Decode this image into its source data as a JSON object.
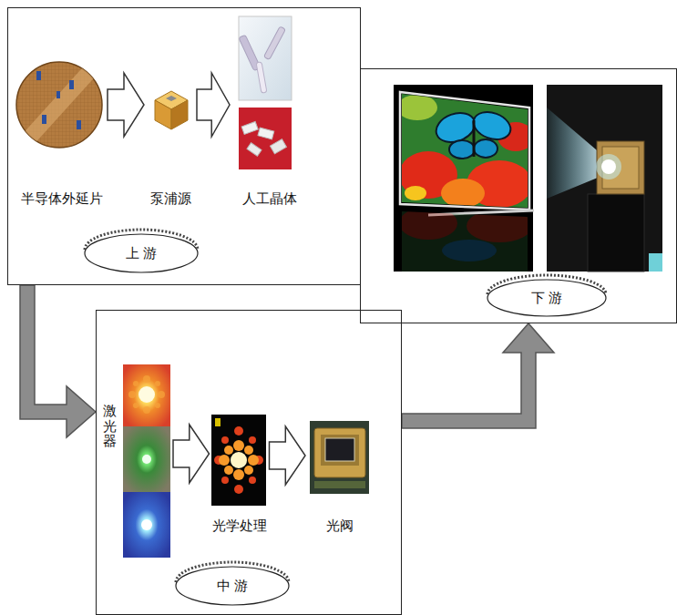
{
  "diagram": {
    "nodes": [
      {
        "text": [
          "上 游"
        ]
      },
      {
        "text": [
          "半导体外延片"
        ],
        "in": 0
      },
      {
        "text": [
          "泵浦源"
        ],
        "in": 0
      },
      {
        "text": [
          "人工晶体"
        ],
        "in": 0
      },
      {
        "text": [
          "中 游"
        ]
      },
      {
        "text": [
          "激光器"
        ],
        "in": 4
      },
      {
        "text": [
          "光学处理"
        ],
        "in": 4
      },
      {
        "text": [
          "光阀"
        ],
        "in": 4
      },
      {
        "text": [
          "下 游"
        ]
      }
    ],
    "edges": [
      {
        "from": 1,
        "to": 2,
        "arrow": "to"
      },
      {
        "from": 2,
        "to": 3,
        "arrow": "to"
      },
      {
        "from": 5,
        "to": 6,
        "arrow": "to"
      },
      {
        "from": 6,
        "to": 7,
        "arrow": "to"
      },
      {
        "from": 0,
        "to": 4,
        "arrow": "to"
      },
      {
        "from": 4,
        "to": 8,
        "arrow": "to"
      }
    ]
  }
}
